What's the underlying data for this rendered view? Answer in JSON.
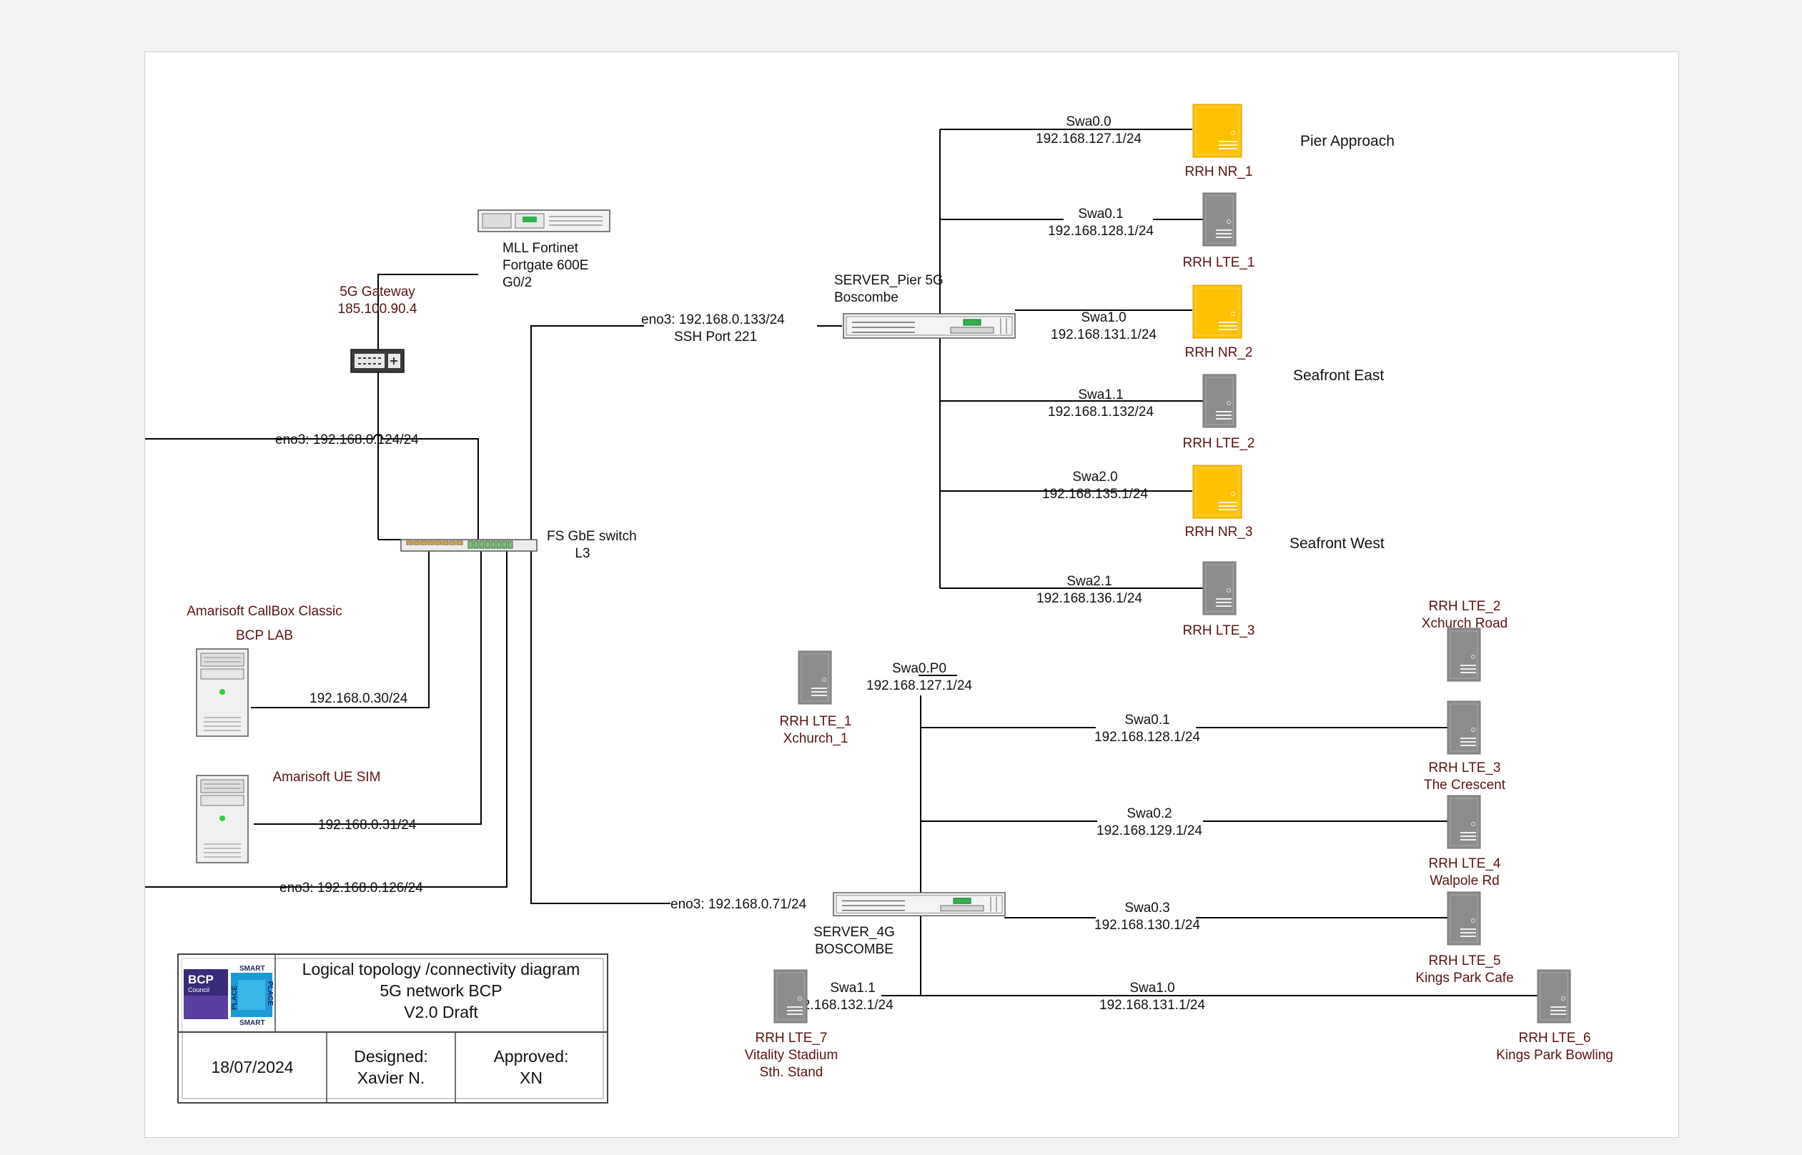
{
  "gateway": {
    "title": "5G Gateway",
    "ip": "185.100.90.4"
  },
  "firewall": {
    "line1": "MLL Fortinet",
    "line2": "Fortgate 600E",
    "line3": "G0/2"
  },
  "switch": {
    "line1": "FS GbE switch",
    "line2": "L3"
  },
  "links": {
    "left_top": "eno3: 192.168.0.124/24",
    "left_bottom": "eno3: 192.168.0.126/24",
    "callbox_ip": "192.168.0.30/24",
    "uesim_ip": "192.168.0.31/24",
    "server5g_link_line1": "eno3: 192.168.0.133/24",
    "server5g_link_line2": "SSH Port 221",
    "server4g_link": "eno3: 192.168.0.71/24"
  },
  "callbox": {
    "line1": "Amarisoft CallBox Classic",
    "line2": "BCP LAB"
  },
  "uesim": {
    "label": "Amarisoft UE SIM"
  },
  "server5g": {
    "line1": "SERVER_Pier 5G",
    "line2": "Boscombe"
  },
  "server4g": {
    "line1": "SERVER_4G",
    "line2": "BOSCOMBE"
  },
  "sites": {
    "pier": "Pier Approach",
    "east": "Seafront East",
    "west": "Seafront West"
  },
  "branches_5g": [
    {
      "iface": "Swa0.0",
      "ip": "192.168.127.1/24",
      "rrh": "RRH NR_1",
      "nr": true
    },
    {
      "iface": "Swa0.1",
      "ip": "192.168.128.1/24",
      "rrh": "RRH LTE_1",
      "nr": false
    },
    {
      "iface": "Swa1.0",
      "ip": "192.168.131.1/24",
      "rrh": "RRH NR_2",
      "nr": true
    },
    {
      "iface": "Swa1.1",
      "ip": "192.168.1.132/24",
      "rrh": "RRH LTE_2",
      "nr": false
    },
    {
      "iface": "Swa2.0",
      "ip": "192.168.135.1/24",
      "rrh": "RRH NR_3",
      "nr": true
    },
    {
      "iface": "Swa2.1",
      "ip": "192.168.136.1/24",
      "rrh": "RRH LTE_3",
      "nr": false
    }
  ],
  "branches_4g": {
    "p0": {
      "iface": "Swa0.P0",
      "ip": "192.168.127.1/24",
      "rrh1": "RRH LTE_1",
      "rrh2": "Xchurch_1"
    },
    "top_rrh": {
      "line1": "RRH LTE_2",
      "line2": "Xchurch Road"
    },
    "b1": {
      "iface": "Swa0.1",
      "ip": "192.168.128.1/24",
      "rrh1": "RRH LTE_3",
      "rrh2": "The Crescent"
    },
    "b2": {
      "iface": "Swa0.2",
      "ip": "192.168.129.1/24",
      "rrh1": "RRH LTE_4",
      "rrh2": "Walpole Rd"
    },
    "b3": {
      "iface": "Swa0.3",
      "ip": "192.168.130.1/24",
      "rrh1": "RRH LTE_5",
      "rrh2": "Kings Park Cafe"
    },
    "b4": {
      "iface": "Swa1.0",
      "ip": "192.168.131.1/24",
      "rrh1": "RRH LTE_6",
      "rrh2": "Kings Park Bowling"
    },
    "b5": {
      "iface": "Swa1.1",
      "ip": "92.168.132.1/24",
      "rrh1": "RRH LTE_7",
      "rrh2": "Vitality Stadium",
      "rrh3": "Sth. Stand"
    }
  },
  "title_block": {
    "title1": "Logical topology /connectivity diagram",
    "title2": "5G network BCP",
    "title3": "V2.0 Draft",
    "date": "18/07/2024",
    "designed_label": "Designed:",
    "designed_by": "Xavier N.",
    "approved_label": "Approved:",
    "approved_by": "XN",
    "logo_text": "BCP",
    "logo_sub": "Council",
    "logo_smart1": "SMART",
    "logo_place1": "PLACE",
    "logo_smart2": "SMART",
    "logo_place2": "PLACE"
  },
  "colors": {
    "nr_rrh": "#ffc000",
    "lte_rrh": "#8c8c8c",
    "label_dark": "#5a1313"
  }
}
